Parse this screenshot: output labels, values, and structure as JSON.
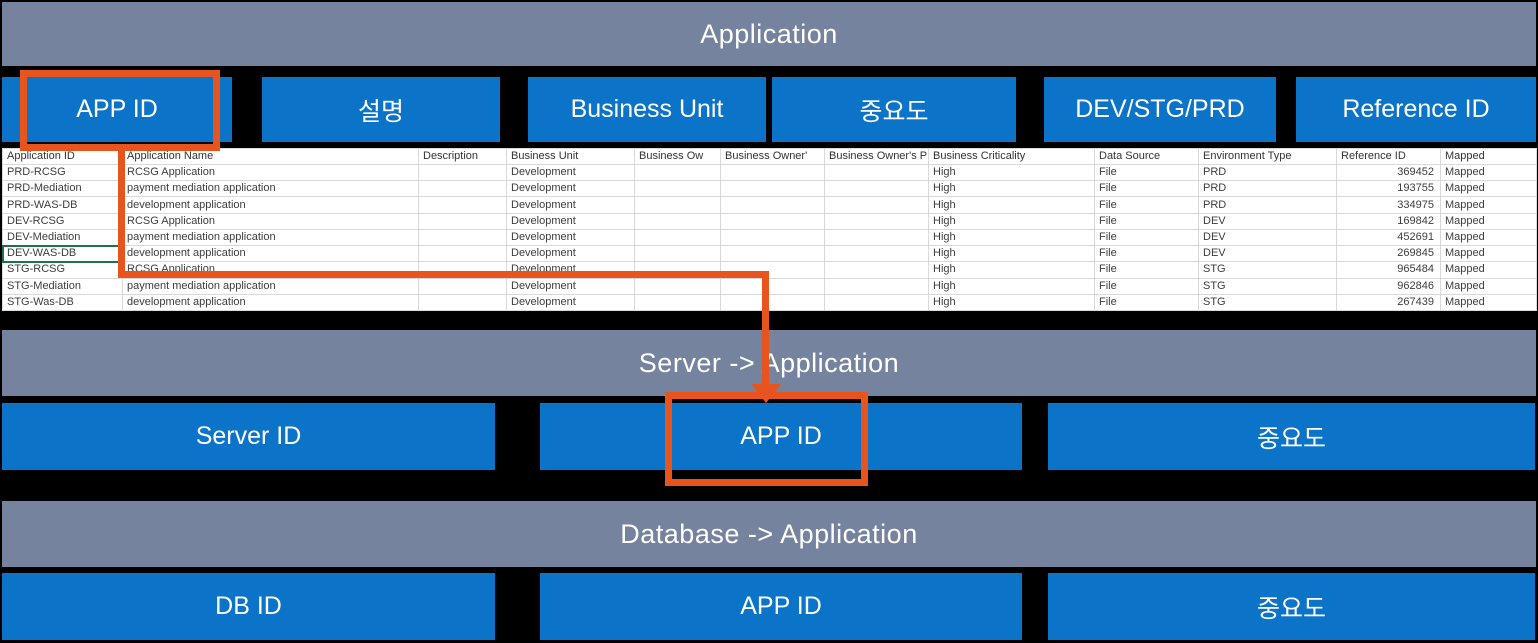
{
  "colors": {
    "background": "#000000",
    "section_bar": "#76839E",
    "field_box": "#0B74C8",
    "highlight": "#E8541E",
    "cell_selection": "#1E7145"
  },
  "application": {
    "title": "Application",
    "fields": [
      "APP ID",
      "설명",
      "Business Unit",
      "중요도",
      "DEV/STG/PRD",
      "Reference ID"
    ]
  },
  "server": {
    "title": "Server -> Application",
    "fields": [
      "Server ID",
      "APP ID",
      "중요도"
    ]
  },
  "database": {
    "title": "Database -> Application",
    "fields": [
      "DB ID",
      "APP ID",
      "중요도"
    ]
  },
  "annotations": {
    "highlighted_fields": [
      "APP ID",
      "APP ID"
    ],
    "connector": "orange-elbow-arrow-down"
  },
  "table": {
    "headers": [
      "Application ID",
      "Application Name",
      "Description",
      "Business Unit",
      "Business Ow",
      "Business Owner'",
      "Business Owner's P",
      "Business Criticality",
      "Data Source",
      "Environment Type",
      "Reference ID",
      "Mapped"
    ],
    "rows": [
      [
        "PRD-RCSG",
        "RCSG Application",
        "",
        "Development",
        "",
        "",
        "",
        "High",
        "File",
        "PRD",
        "369452",
        "Mapped"
      ],
      [
        "PRD-Mediation",
        "payment mediation application",
        "",
        "Development",
        "",
        "",
        "",
        "High",
        "File",
        "PRD",
        "193755",
        "Mapped"
      ],
      [
        "PRD-WAS-DB",
        "development application",
        "",
        "Development",
        "",
        "",
        "",
        "High",
        "File",
        "PRD",
        "334975",
        "Mapped"
      ],
      [
        "DEV-RCSG",
        "RCSG Application",
        "",
        "Development",
        "",
        "",
        "",
        "High",
        "File",
        "DEV",
        "169842",
        "Mapped"
      ],
      [
        "DEV-Mediation",
        "payment mediation application",
        "",
        "Development",
        "",
        "",
        "",
        "High",
        "File",
        "DEV",
        "452691",
        "Mapped"
      ],
      [
        "DEV-WAS-DB",
        "development application",
        "",
        "Development",
        "",
        "",
        "",
        "High",
        "File",
        "DEV",
        "269845",
        "Mapped"
      ],
      [
        "STG-RCSG",
        "RCSG Application",
        "",
        "Development",
        "",
        "",
        "",
        "High",
        "File",
        "STG",
        "965484",
        "Mapped"
      ],
      [
        "STG-Mediation",
        "payment mediation application",
        "",
        "Development",
        "",
        "",
        "",
        "High",
        "File",
        "STG",
        "962846",
        "Mapped"
      ],
      [
        "STG-Was-DB",
        "development application",
        "",
        "Development",
        "",
        "",
        "",
        "High",
        "File",
        "STG",
        "267439",
        "Mapped"
      ]
    ],
    "selected_cell": {
      "row": 5,
      "col": 0
    }
  }
}
